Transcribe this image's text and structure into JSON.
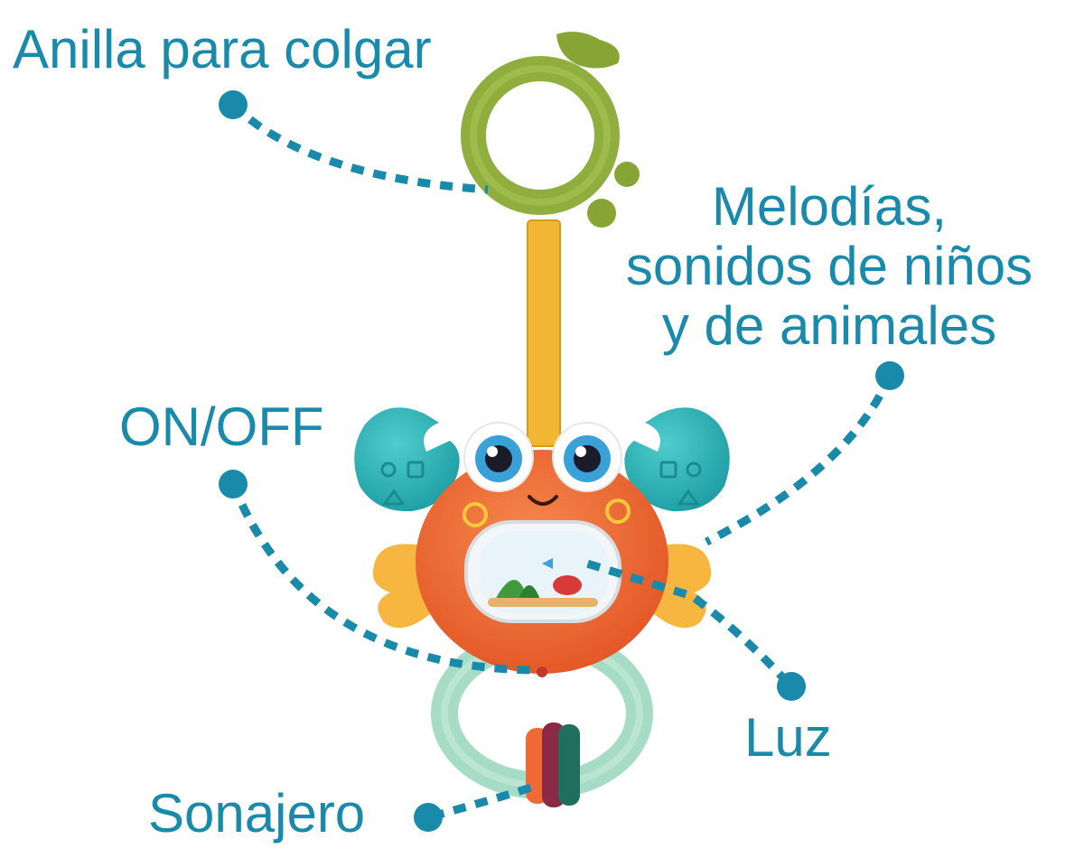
{
  "colors": {
    "accent": "#1a8aab",
    "ring_green": "#8fae3d",
    "strap": "#f2b632",
    "crab_body": "#f06a35",
    "claw": "#2fb3b5",
    "leg": "#f6b63f",
    "teether": "#a6dbc6"
  },
  "labels": {
    "hanging_ring": "Anilla para colgar",
    "melodies": [
      "Melodías,",
      "sonidos de niños",
      "y de animales"
    ],
    "on_off": "ON/OFF",
    "light": "Luz",
    "rattle": "Sonajero"
  }
}
